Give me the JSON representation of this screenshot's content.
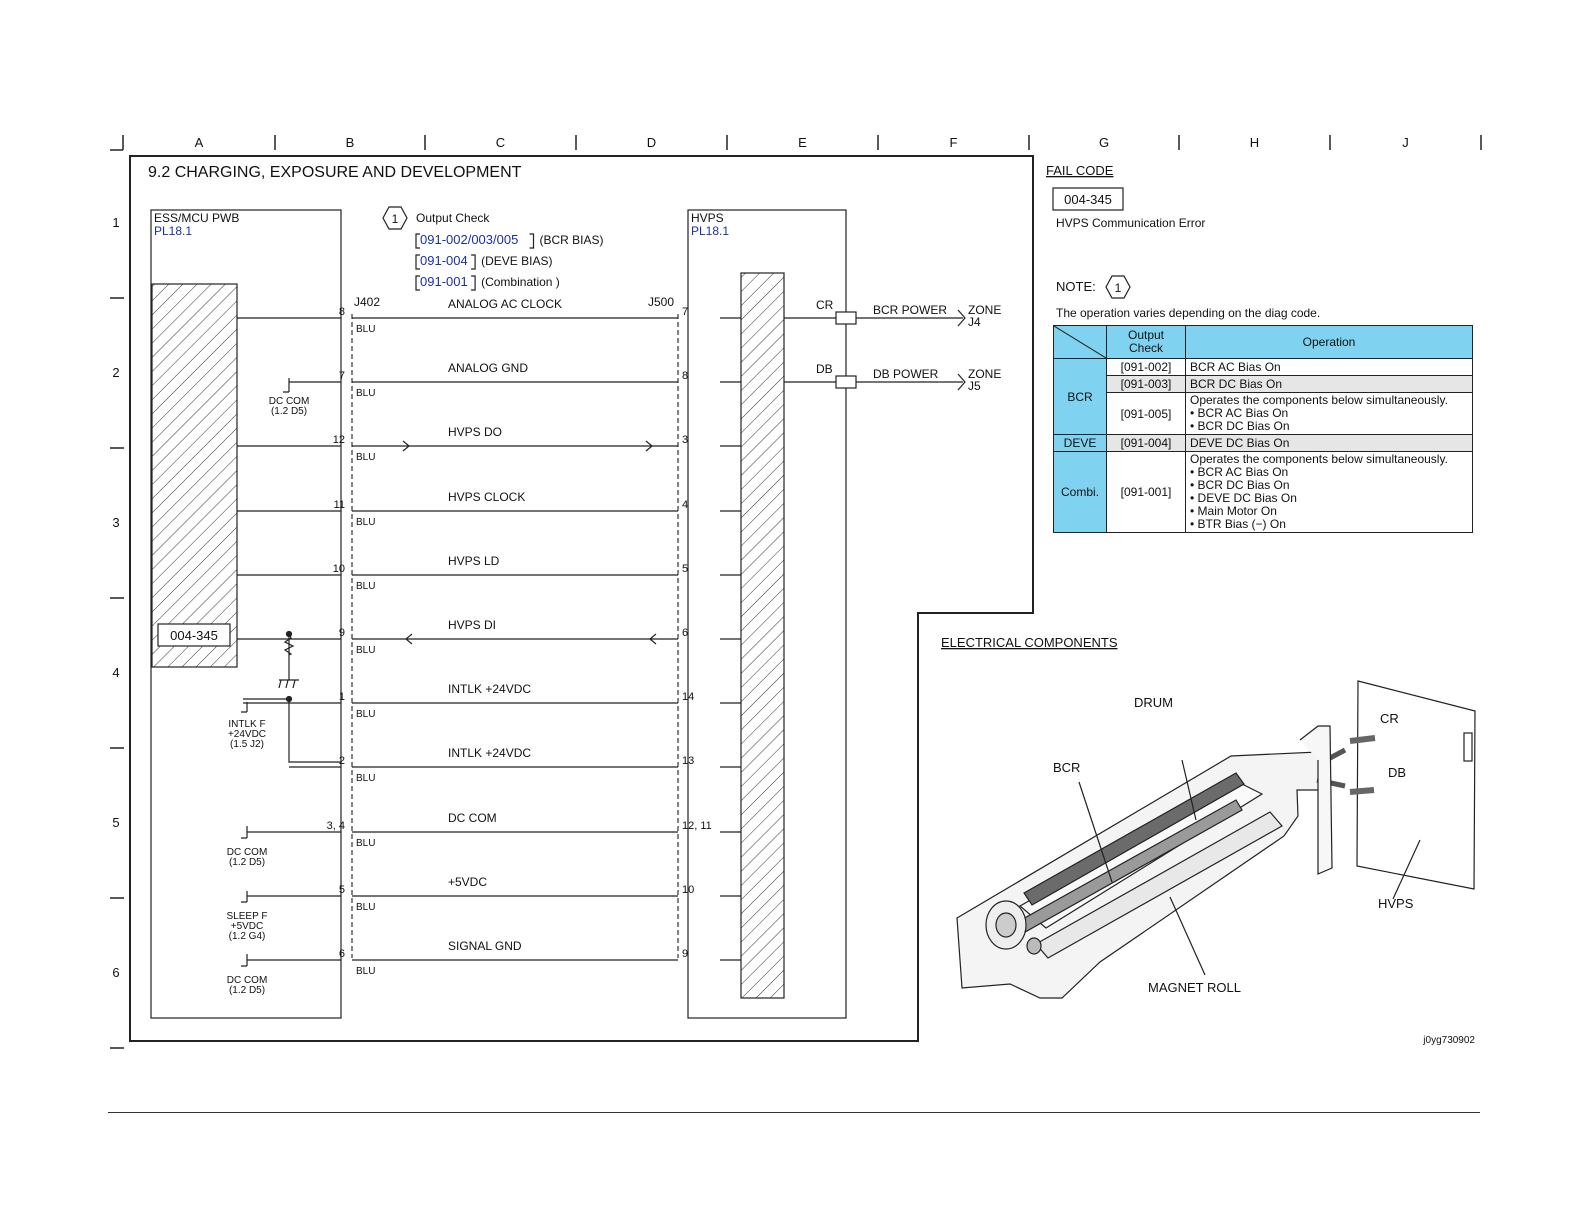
{
  "columns": [
    "A",
    "B",
    "C",
    "D",
    "E",
    "F",
    "G",
    "H",
    "J"
  ],
  "rows": [
    "1",
    "2",
    "3",
    "4",
    "5",
    "6"
  ],
  "title": "9.2 CHARGING, EXPOSURE AND DEVELOPMENT",
  "ess": {
    "name": "ESS/MCU PWB",
    "ref": "PL18.1",
    "connector": "J402",
    "fault_box": "004-345"
  },
  "hvps": {
    "name": "HVPS",
    "ref": "PL18.1",
    "connector": "J500"
  },
  "output_check": {
    "marker": "1",
    "title": "Output Check",
    "items": [
      {
        "code": "091-002/003/005",
        "desc": "(BCR BIAS)"
      },
      {
        "code": "091-004",
        "desc": "(DEVE BIAS)"
      },
      {
        "code": "091-001",
        "desc": "(Combination )"
      }
    ]
  },
  "signals": [
    {
      "name": "ANALOG AC CLOCK",
      "pin_left": "8",
      "pin_right": "7",
      "wire": "BLU"
    },
    {
      "name": "ANALOG GND",
      "pin_left": "7",
      "pin_right": "8",
      "wire": "BLU"
    },
    {
      "name": "HVPS DO",
      "pin_left": "12",
      "pin_right": "3",
      "wire": "BLU"
    },
    {
      "name": "HVPS CLOCK",
      "pin_left": "11",
      "pin_right": "4",
      "wire": "BLU"
    },
    {
      "name": "HVPS LD",
      "pin_left": "10",
      "pin_right": "5",
      "wire": "BLU"
    },
    {
      "name": "HVPS DI",
      "pin_left": "9",
      "pin_right": "6",
      "wire": "BLU"
    },
    {
      "name": "INTLK +24VDC",
      "pin_left": "1",
      "pin_right": "14",
      "wire": "BLU"
    },
    {
      "name": "INTLK +24VDC",
      "pin_left": "2",
      "pin_right": "13",
      "wire": "BLU"
    },
    {
      "name": "DC COM",
      "pin_left": "3, 4",
      "pin_right": "12, 11",
      "wire": "BLU"
    },
    {
      "name": "+5VDC",
      "pin_left": "5",
      "pin_right": "10",
      "wire": "BLU"
    },
    {
      "name": "SIGNAL GND",
      "pin_left": "6",
      "pin_right": "9",
      "wire": "BLU"
    }
  ],
  "ground_refs": [
    {
      "lines": [
        "DC COM",
        "(1.2 D5)"
      ]
    },
    {
      "lines": [
        "INTLK F",
        "+24VDC",
        "(1.5 J2)"
      ]
    },
    {
      "lines": [
        "DC COM",
        "(1.2 D5)"
      ]
    },
    {
      "lines": [
        "SLEEP F",
        "+5VDC",
        "(1.2 G4)"
      ]
    },
    {
      "lines": [
        "DC COM",
        "(1.2 D5)"
      ]
    }
  ],
  "outputs": [
    {
      "terminal": "CR",
      "label": "BCR  POWER",
      "zone": "ZONE",
      "zone_ref": "J4"
    },
    {
      "terminal": "DB",
      "label": "DB  POWER",
      "zone": "ZONE",
      "zone_ref": "J5"
    }
  ],
  "fail_code": {
    "heading": "FAIL CODE",
    "code": "004-345",
    "description": "HVPS Communication Error"
  },
  "note": {
    "label": "NOTE:",
    "marker": "1",
    "text": "The operation varies depending on the diag code.",
    "table": {
      "headers": [
        "Output Check",
        "Operation"
      ],
      "rows": [
        {
          "group": "BCR",
          "code": "[091-002]",
          "operation": [
            "BCR AC Bias On"
          ],
          "shade": false
        },
        {
          "group": "",
          "code": "[091-003]",
          "operation": [
            "BCR DC Bias On"
          ],
          "shade": true
        },
        {
          "group": "",
          "code": "[091-005]",
          "operation": [
            "Operates the components below simultaneously.",
            "• BCR AC Bias On",
            "• BCR DC Bias On"
          ],
          "shade": false
        },
        {
          "group": "DEVE",
          "code": "[091-004]",
          "operation": [
            "DEVE DC Bias On"
          ],
          "shade": true
        },
        {
          "group": "Combi.",
          "code": "[091-001]",
          "operation": [
            "Operates the components below simultaneously.",
            "• BCR AC Bias On",
            "• BCR DC Bias On",
            "• DEVE DC Bias On",
            "• Main Motor On",
            "• BTR Bias (−) On"
          ],
          "shade": false
        }
      ]
    }
  },
  "components": {
    "heading": "ELECTRICAL COMPONENTS",
    "labels": {
      "drum": "DRUM",
      "bcr": "BCR",
      "magnet_roll": "MAGNET ROLL",
      "cr": "CR",
      "db": "DB",
      "hvps": "HVPS"
    },
    "image_id": "j0yg730902"
  }
}
